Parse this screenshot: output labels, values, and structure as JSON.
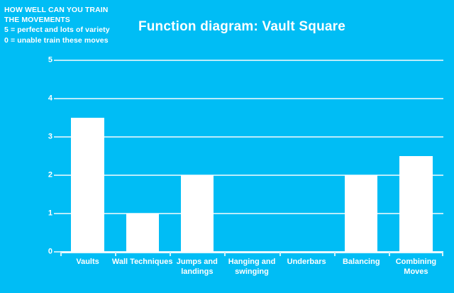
{
  "note_block": {
    "lines": [
      "HOW WELL CAN YOU TRAIN",
      "THE MOVEMENTS",
      "5 = perfect and lots of variety",
      "0 = unable train these moves"
    ]
  },
  "colors": {
    "background": "#00BDF5",
    "bar": "#FFFFFF",
    "gridline": "#B9ECFB",
    "text": "#FFFFFF"
  },
  "chart_data": {
    "type": "bar",
    "title": "Function diagram: Vault Square",
    "xlabel": "",
    "ylabel": "",
    "ylim": [
      0,
      5
    ],
    "yticks": [
      0,
      1,
      2,
      3,
      4,
      5
    ],
    "ytick_labels": [
      "0",
      "1",
      "2",
      "3",
      "4",
      "5"
    ],
    "grid": true,
    "legend": false,
    "categories": [
      "Vaults",
      "Wall Techniques",
      "Jumps and landings",
      "Hanging and swinging",
      "Underbars",
      "Balancing",
      "Combining Moves"
    ],
    "values": [
      3.5,
      1,
      2,
      0,
      0,
      2,
      2.5
    ]
  }
}
